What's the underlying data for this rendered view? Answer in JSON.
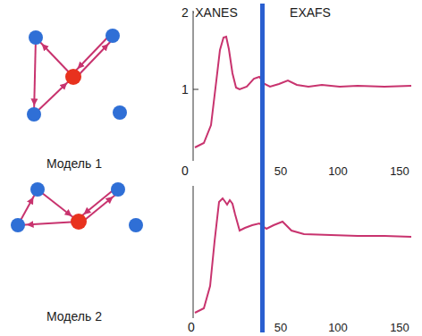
{
  "diagram": {
    "nodes": [
      {
        "text": [
          "Модель 1"
        ]
      },
      {
        "text": [
          "Модель 2"
        ]
      }
    ],
    "edges": [],
    "labels": [
      "2",
      "XANES",
      "EXAFS",
      "1",
      "0",
      "50",
      "100",
      "150",
      "0",
      "50",
      "100",
      "150"
    ]
  }
}
